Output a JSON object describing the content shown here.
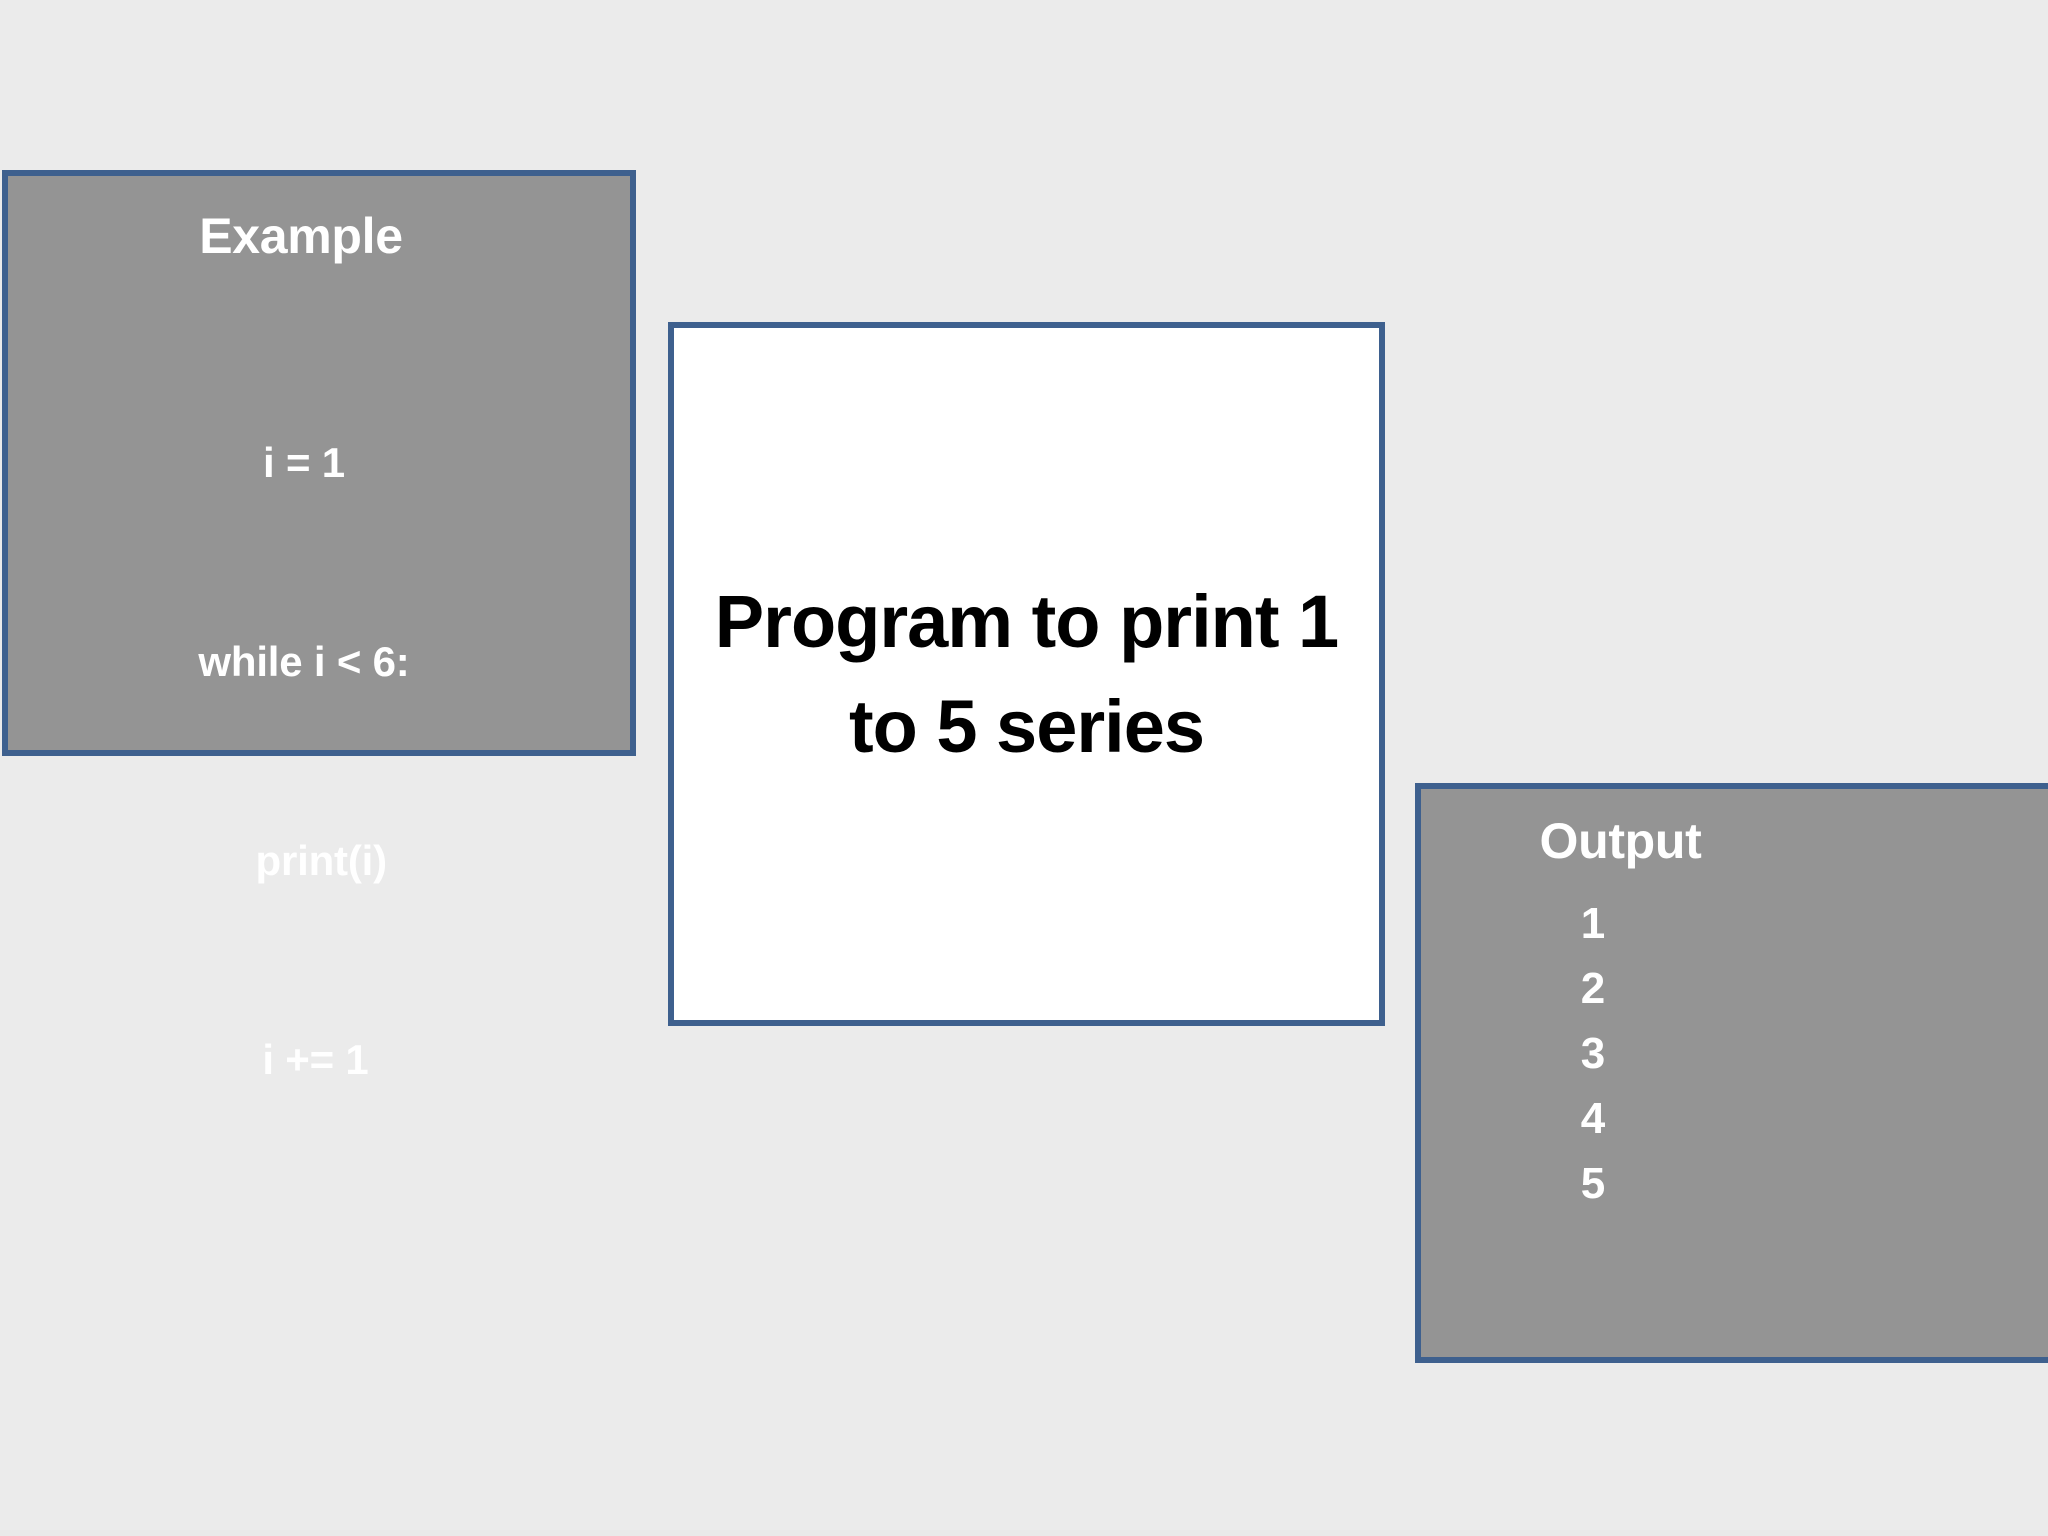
{
  "slide": {
    "background_color": "#ebebeb",
    "accent_border_color": "#3e608e",
    "panel_fill_color": "#949494",
    "center_fill_color": "#ffffff"
  },
  "example_panel": {
    "title": "Example",
    "code_lines": [
      "i = 1",
      "while i < 6:",
      "   print(i)",
      "  i += 1"
    ]
  },
  "program_panel": {
    "text": "Program to print 1 to 5 series"
  },
  "output_panel": {
    "title": "Output",
    "values": [
      "1",
      "2",
      "3",
      "4",
      "5"
    ]
  }
}
